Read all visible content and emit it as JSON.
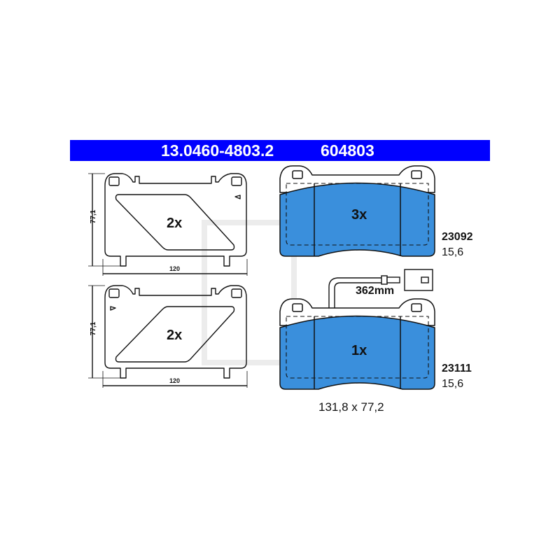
{
  "header": {
    "part_number": "13.0460-4803.2",
    "reference": "604803",
    "color": "#0000ff"
  },
  "shims": [
    {
      "quantity": "2x",
      "height": "77,1",
      "width": "120"
    },
    {
      "quantity": "2x",
      "height": "77,1",
      "width": "120"
    }
  ],
  "pads": [
    {
      "quantity": "3x",
      "code": "23092",
      "thickness": "15,6"
    },
    {
      "quantity": "1x",
      "code": "23111",
      "thickness": "15,6",
      "wire_length": "362mm"
    }
  ],
  "dimensions": "131,8 x 77,2",
  "pad_color": "#3a8fdc"
}
